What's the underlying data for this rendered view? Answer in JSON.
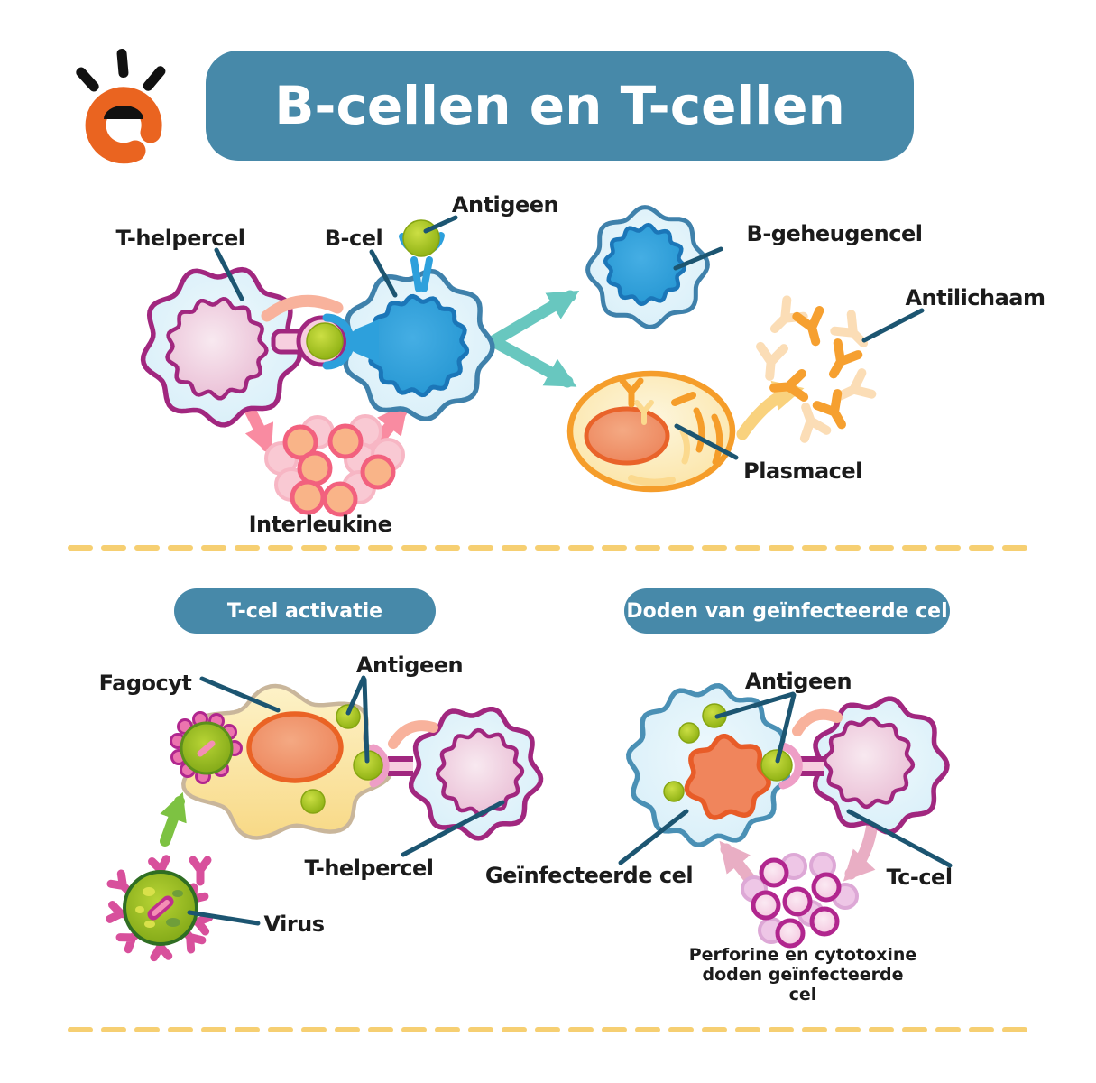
{
  "logo": {
    "letter": "e"
  },
  "title": "B-cellen en T-cellen",
  "top_section": {
    "labels": {
      "antigeen": "Antigeen",
      "t_helpercel": "T-helpercel",
      "b_cel": "B-cel",
      "b_geheugencel": "B-geheugencel",
      "antilichaam": "Antilichaam",
      "plasmacel": "Plasmacel",
      "interleukine": "Interleukine"
    }
  },
  "bottom_left": {
    "header": "T-cel activatie",
    "labels": {
      "fagocyt": "Fagocyt",
      "antigeen": "Antigeen",
      "t_helpercel": "T-helpercel",
      "virus": "Virus"
    }
  },
  "bottom_right": {
    "header": "Doden van geïnfecteerde cel",
    "labels": {
      "antigeen": "Antigeen",
      "geinfecteerde_cel": "Geïnfecteerde cel",
      "tc_cel": "Tc-cel"
    },
    "caption": {
      "line1": "Perforine en cytotoxine",
      "line2": "doden geïnfecteerde",
      "line3": "cel"
    }
  },
  "colors": {
    "banner_teal": "#4789a9",
    "label_line": "#1c5571",
    "text": "#1b1b1b",
    "divider_yellow": "#f6cf72",
    "membrane_purple": "#a1277f",
    "membrane_blue": "#3f81ab",
    "nucleus_blue": "#2da0dc",
    "antigen_green": "#8db012",
    "arrow_teal": "#68c7bf",
    "arrow_pink": "#f98ba1",
    "arrow_dusty_pink": "#e9aec4",
    "arrow_yellow": "#f9d27e",
    "arrow_green": "#7dc242",
    "plasma_orange": "#f59d2a",
    "logo_orange": "#ea6420"
  }
}
